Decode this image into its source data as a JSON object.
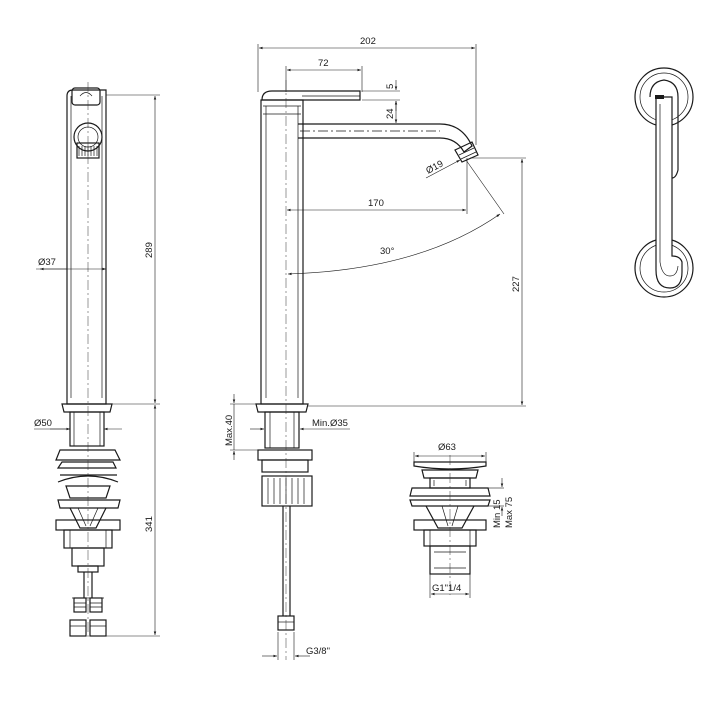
{
  "dimensions": {
    "d202": "202",
    "d72": "72",
    "d5": "5",
    "d24": "24",
    "d170": "170",
    "d19": "Ø19",
    "d30": "30°",
    "d227": "227",
    "d289": "289",
    "d37": "Ø37",
    "d50": "Ø50",
    "d341": "341",
    "max40": "Max.40",
    "min35": "Min.Ø35",
    "g38": "G3/8\"",
    "d63": "Ø63",
    "min15": "Min 15",
    "max75": "Max 75",
    "g114": "G1\"1/4"
  }
}
